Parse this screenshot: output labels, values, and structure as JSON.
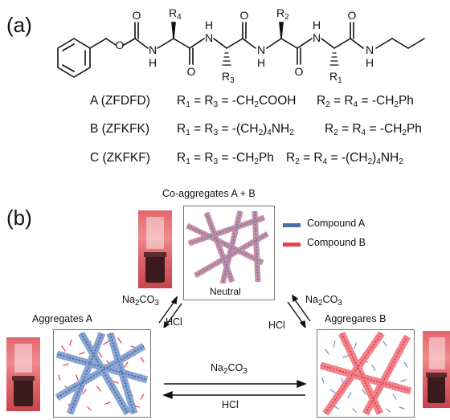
{
  "panel_a": {
    "label": "(a)",
    "atoms": {
      "O": "O",
      "N": "N",
      "H": "H"
    },
    "substituents": {
      "r4_main": "R",
      "r4_sub": "4",
      "r3_main": "R",
      "r3_sub": "3",
      "r2_main": "R",
      "r2_sub": "2",
      "r1_main": "R",
      "r1_sub": "1"
    },
    "rows": [
      {
        "name": "A (ZFDFD)",
        "left_pre": "R",
        "left_s1": "1",
        "left_mid": " = R",
        "left_s2": "3",
        "left_eq": " = -CH",
        "left_s3": "2",
        "left_tail": "COOH",
        "right_pre": "R",
        "right_s1": "2",
        "right_mid": " = R",
        "right_s2": "4",
        "right_eq": " = -CH",
        "right_s3": "2",
        "right_tail": "Ph"
      },
      {
        "name": "B (ZFKFK)",
        "left_pre": "R",
        "left_s1": "1",
        "left_mid": " = R",
        "left_s2": "3",
        "left_eq": " = -(CH",
        "left_s3": "2",
        "left_mid2": ")",
        "left_s4": "4",
        "left_tail": "NH",
        "left_s5": "2",
        "right_pre": "R",
        "right_s1": "2",
        "right_mid": " = R",
        "right_s2": "4",
        "right_eq": " = -CH",
        "right_s3": "2",
        "right_tail": "Ph"
      },
      {
        "name": "C (ZKFKF)",
        "left_pre": "R",
        "left_s1": "1",
        "left_mid": " = R",
        "left_s2": "3",
        "left_eq": " = -CH",
        "left_s3": "2",
        "left_tail": "Ph",
        "right_pre": "R",
        "right_s1": "2",
        "right_mid": " = R",
        "right_s2": "4",
        "right_eq": " = -(CH",
        "right_s3": "2",
        "right_mid2": ")",
        "right_s4": "4",
        "right_tail": "NH",
        "right_s5": "2"
      }
    ]
  },
  "panel_b": {
    "label": "(b)",
    "coaggregates_title": "Co-aggregates A + B",
    "neutral_label": "Neutral",
    "aggregates_a_title": "Aggregates A",
    "aggregates_b_title": "Aggregares B",
    "legend": [
      {
        "label": "Compound A",
        "color": "#4a6fa5"
      },
      {
        "label": "Compound B",
        "color": "#e8414e"
      }
    ],
    "arrows": {
      "base_main": "Na",
      "base_sub": "2",
      "base_tail": "CO",
      "base_sub2": "3",
      "acid": "HCl"
    }
  }
}
